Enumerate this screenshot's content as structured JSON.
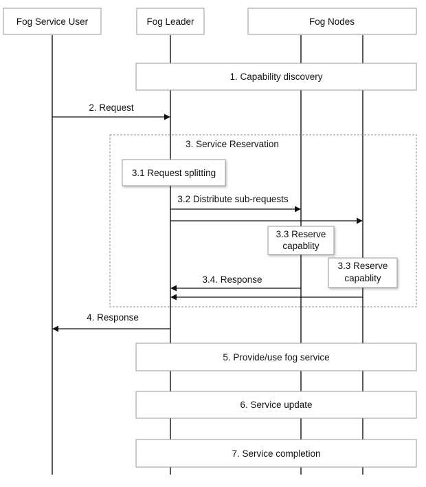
{
  "participants": {
    "user": "Fog Service User",
    "leader": "Fog Leader",
    "nodes": "Fog Nodes"
  },
  "steps": {
    "capability_discovery": "1. Capability discovery",
    "request": "2. Request",
    "service_reservation": "3. Service Reservation",
    "request_splitting": "3.1 Request splitting",
    "distribute": "3.2 Distribute sub-requests",
    "reserve_1_line1": "3.3 Reserve",
    "reserve_1_line2": "capablity",
    "reserve_2_line1": "3.3 Reserve",
    "reserve_2_line2": "capablity",
    "response_34": "3.4. Response",
    "response_4": "4. Response",
    "provide_use": "5. Provide/use fog service",
    "service_update": "6. Service update",
    "service_completion": "7. Service completion"
  }
}
